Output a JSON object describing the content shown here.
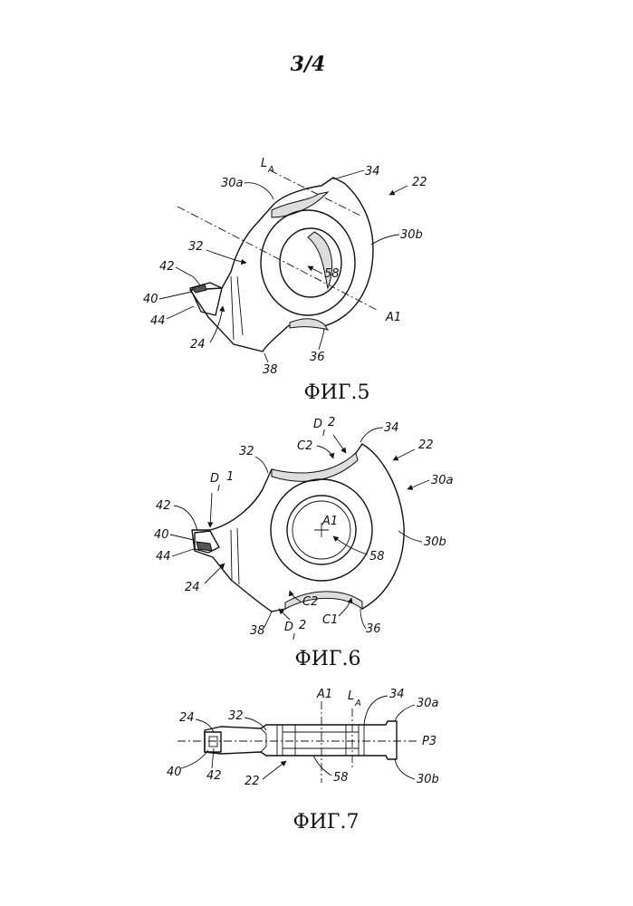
{
  "page": {
    "number": "3/4"
  },
  "figures": [
    {
      "caption": "ФИГ.5",
      "labels": {
        "la_main": "L",
        "la_sub": "A",
        "n34": "34",
        "n22": "22",
        "n30a": "30a",
        "n30b": "30b",
        "n32": "32",
        "n42": "42",
        "n40": "40",
        "n44": "44",
        "n24": "24",
        "n58": "58",
        "a1": "A1",
        "n36": "36",
        "n38": "38"
      }
    },
    {
      "caption": "ФИГ.6",
      "labels": {
        "di2_top_main": "D",
        "di2_top_sub": "I",
        "di2_top_num": "2",
        "c2_top": "C2",
        "n34": "34",
        "n22": "22",
        "n32": "32",
        "di1_main": "D",
        "di1_sub": "I",
        "di1_num": "1",
        "n30a": "30a",
        "n42": "42",
        "a1": "A1",
        "n40": "40",
        "n44": "44",
        "n30b": "30b",
        "n58": "58",
        "n24": "24",
        "c2_bottom": "C2",
        "c1": "C1",
        "n38": "38",
        "di2_bot_main": "D",
        "di2_bot_sub": "I",
        "di2_bot_num": "2",
        "n36": "36"
      }
    },
    {
      "caption": "ФИГ.7",
      "labels": {
        "a1": "A1",
        "la_main": "L",
        "la_sub": "A",
        "n34": "34",
        "n30a": "30a",
        "n24": "24",
        "n32": "32",
        "p3": "P3",
        "n40": "40",
        "n42": "42",
        "n22": "22",
        "n58": "58",
        "n30b": "30b"
      }
    }
  ]
}
